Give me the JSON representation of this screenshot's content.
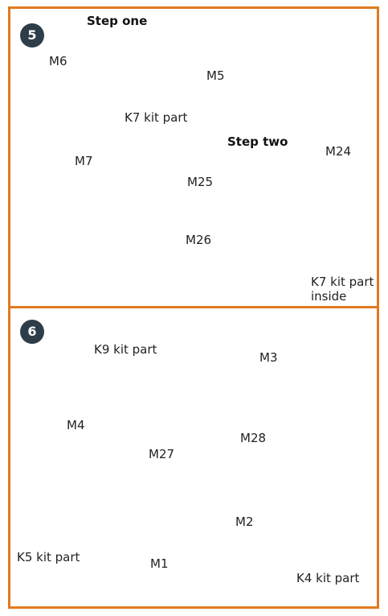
{
  "colors": {
    "border": "#e07a1f",
    "badge": "#2d3e4a",
    "part_fill": "#e3cc98",
    "line": "#1a1a1a"
  },
  "step5": {
    "number": "5",
    "step_one": "Step one",
    "step_two": "Step two",
    "labels": {
      "m6": "M6",
      "m5": "M5",
      "m7": "M7",
      "k7": "K7 kit part",
      "m25": "M25",
      "m24": "M24",
      "m26": "M26",
      "k7_inside_1": "K7 kit part",
      "k7_inside_2": "inside"
    }
  },
  "step6": {
    "number": "6",
    "labels": {
      "k9": "K9 kit part",
      "m3": "M3",
      "m4": "M4",
      "m27": "M27",
      "m28": "M28",
      "k5": "K5 kit part",
      "m1": "M1",
      "m2": "M2",
      "k4": "K4 kit part"
    }
  }
}
